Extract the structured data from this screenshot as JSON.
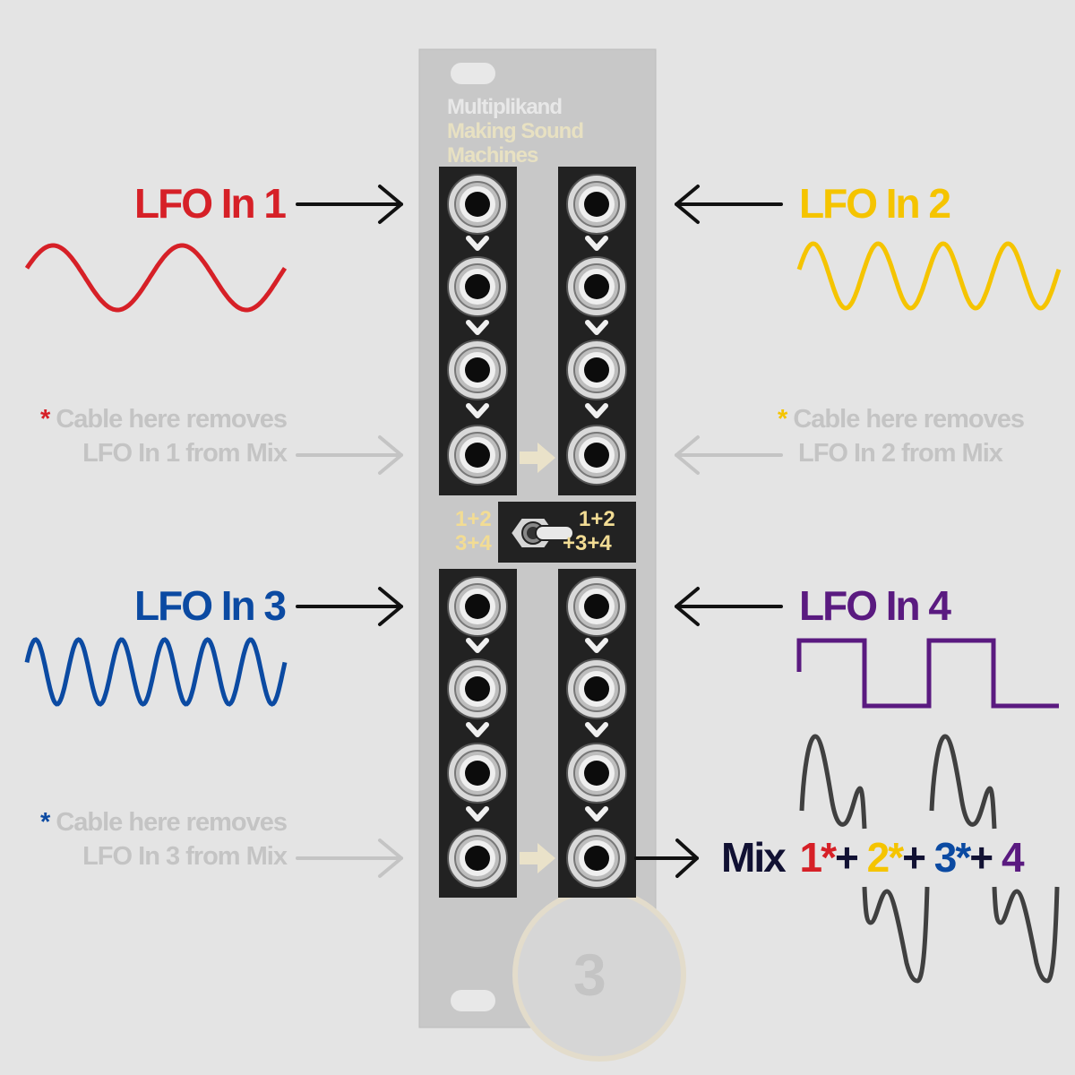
{
  "module": {
    "brand_line1": "Multiplikand",
    "brand_line2": "Making Sound",
    "brand_line3": "Machines",
    "number": "3",
    "switch_left_line1": "1+2",
    "switch_left_line2": "3+4",
    "switch_right_line1": "1+2",
    "switch_right_line2": "+3+4"
  },
  "inputs": [
    {
      "label": "LFO In 1",
      "color": "#d62027",
      "wave": "sine-wave"
    },
    {
      "label": "LFO In 2",
      "color": "#f5c400",
      "wave": "sine-wave"
    },
    {
      "label": "LFO In 3",
      "color": "#0b4aa2",
      "wave": "sine-wave"
    },
    {
      "label": "LFO In 4",
      "color": "#5a1a80",
      "wave": "square-wave"
    }
  ],
  "notes": [
    {
      "star": "*",
      "line1": "Cable here removes",
      "line2": "LFO In 1 from Mix",
      "star_color": "#d62027"
    },
    {
      "star": "*",
      "line1": "Cable here removes",
      "line2": "LFO In 2 from Mix",
      "star_color": "#f5c400"
    },
    {
      "star": "*",
      "line1": "Cable here removes",
      "line2": "LFO In 3 from Mix",
      "star_color": "#0b4aa2"
    }
  ],
  "mix": {
    "label": "Mix",
    "t1": "1",
    "s1": "*",
    "p1": "+",
    "t2": "2",
    "s2": "*",
    "p2": "+",
    "t3": "3",
    "s3": "*",
    "p3": "+",
    "t4": "4"
  },
  "colors": {
    "background": "#e4e4e4",
    "panel": "#c8c8c8",
    "jack_strip": "#222222",
    "text_light": "#c4c4c4",
    "switch_label": "#f2dc94",
    "mix_label": "#111133",
    "mix_wave": "#404040"
  }
}
